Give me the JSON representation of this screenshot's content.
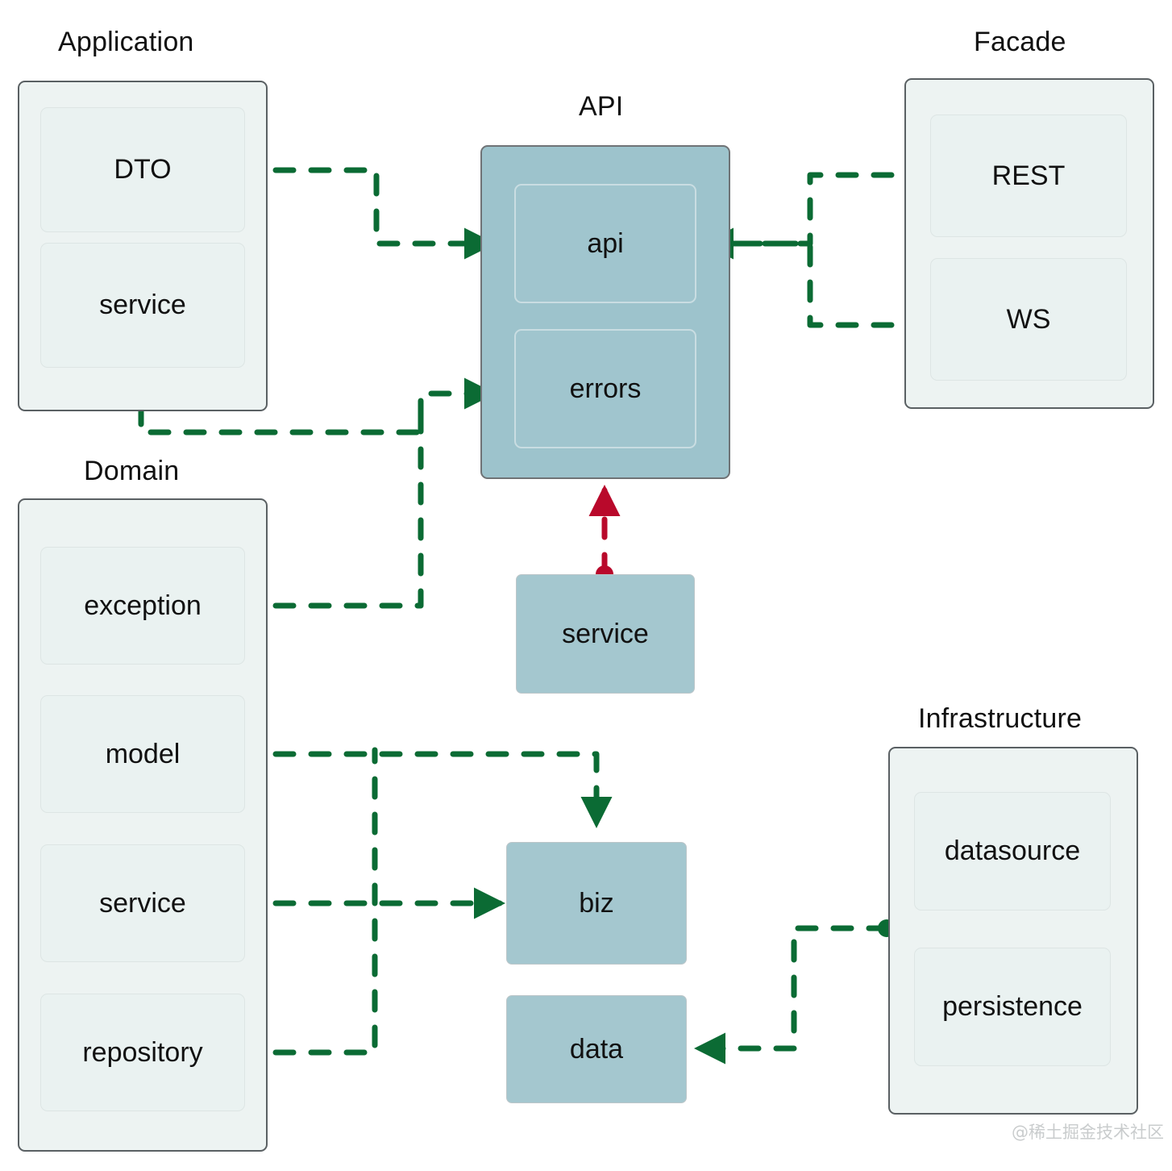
{
  "diagram": {
    "title_hidden": "Layered architecture package dependency diagram",
    "colors": {
      "edge_green": "#0b6b34",
      "edge_red": "#b9092b",
      "api_fill": "#9dc3cc",
      "blue_box_fill": "#a4c7cf",
      "container_fill": "#edf3f2",
      "container_border": "#5a6063",
      "sub_box_fill": "#eaf2f1",
      "sub_box_border": "#dde5e4",
      "text": "#111111",
      "watermark": "#c9cccd"
    }
  },
  "groups": [
    {
      "id": "application",
      "title": "Application",
      "items": [
        {
          "id": "app-dto",
          "label": "DTO"
        },
        {
          "id": "app-service",
          "label": "service"
        }
      ]
    },
    {
      "id": "domain",
      "title": "Domain",
      "items": [
        {
          "id": "dom-exception",
          "label": "exception"
        },
        {
          "id": "dom-model",
          "label": "model"
        },
        {
          "id": "dom-service",
          "label": "service"
        },
        {
          "id": "dom-repository",
          "label": "repository"
        }
      ]
    },
    {
      "id": "api",
      "title": "API",
      "items": [
        {
          "id": "api-api",
          "label": "api"
        },
        {
          "id": "api-errors",
          "label": "errors"
        }
      ]
    },
    {
      "id": "facade",
      "title": "Facade",
      "items": [
        {
          "id": "fac-rest",
          "label": "REST"
        },
        {
          "id": "fac-ws",
          "label": "WS"
        }
      ]
    },
    {
      "id": "infrastructure",
      "title": "Infrastructure",
      "items": [
        {
          "id": "inf-datasource",
          "label": "datasource"
        },
        {
          "id": "inf-persistence",
          "label": "persistence"
        }
      ]
    }
  ],
  "standalone_nodes": [
    {
      "id": "node-service",
      "label": "service"
    },
    {
      "id": "node-biz",
      "label": "biz"
    },
    {
      "id": "node-data",
      "label": "data"
    }
  ],
  "edges": [
    {
      "id": "edge-dto-to-api",
      "from": "DTO",
      "to": "api",
      "style": "dashed",
      "color": "#0b6b34"
    },
    {
      "id": "edge-rest-to-api",
      "from": "REST",
      "to": "api",
      "style": "dashed",
      "color": "#0b6b34"
    },
    {
      "id": "edge-ws-to-api",
      "from": "WS",
      "to": "api",
      "style": "dashed",
      "color": "#0b6b34"
    },
    {
      "id": "edge-appservice-to-errors",
      "from": "service",
      "to": "errors",
      "style": "dashed",
      "color": "#0b6b34"
    },
    {
      "id": "edge-exception-to-errors",
      "from": "exception",
      "to": "errors",
      "style": "dashed",
      "color": "#0b6b34"
    },
    {
      "id": "edge-service-to-api",
      "from": "service",
      "to": "API",
      "style": "dashed",
      "color": "#b9092b"
    },
    {
      "id": "edge-model-to-biz",
      "from": "model",
      "to": "biz",
      "style": "dashed",
      "color": "#0b6b34"
    },
    {
      "id": "edge-domservice-to-biz",
      "from": "service",
      "to": "biz",
      "style": "dashed",
      "color": "#0b6b34"
    },
    {
      "id": "edge-repository-to-biz",
      "from": "repository",
      "to": "biz",
      "style": "dashed",
      "color": "#0b6b34"
    },
    {
      "id": "edge-infra-to-data",
      "from": "Infrastructure",
      "to": "data",
      "style": "dashed",
      "color": "#0b6b34"
    }
  ],
  "watermark": {
    "text": "@稀土掘金技术社区"
  }
}
